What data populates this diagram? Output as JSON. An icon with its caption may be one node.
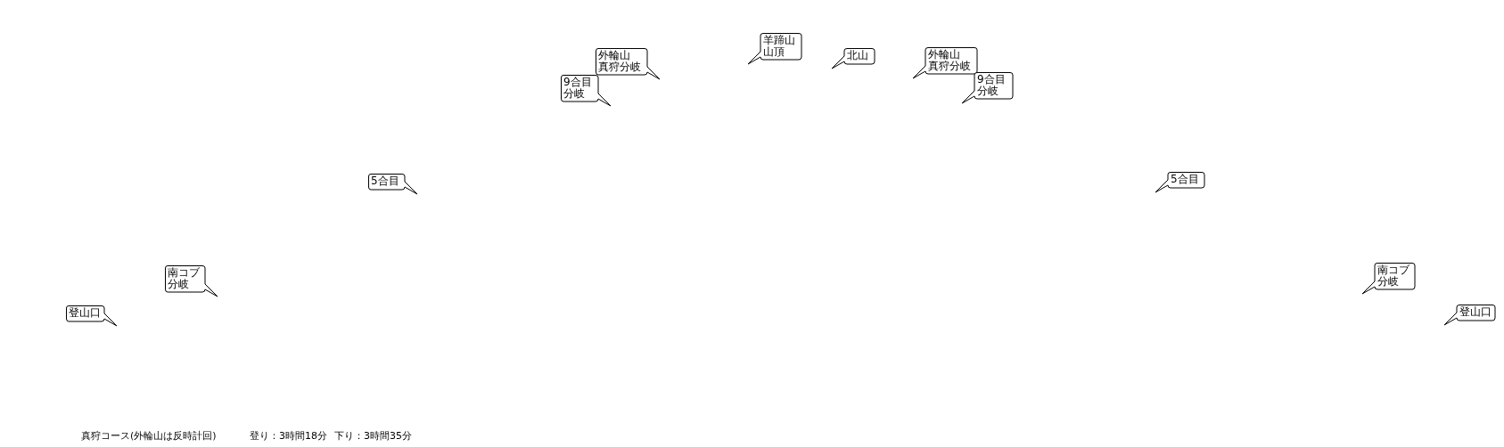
{
  "diagram": {
    "nodes": [
      {
        "text": [
          "登山口"
        ]
      },
      {
        "text": [
          "南コブ分岐"
        ]
      },
      {
        "text": [
          "5合目"
        ]
      },
      {
        "text": [
          "9合目分岐"
        ]
      },
      {
        "text": [
          "外輪山真狩分岐"
        ]
      },
      {
        "text": [
          "羊蹄山山頂"
        ]
      },
      {
        "text": [
          "北山"
        ]
      },
      {
        "text": [
          "外輪山真狩分岐"
        ]
      },
      {
        "text": [
          "9合目分岐"
        ]
      },
      {
        "text": [
          "5合目"
        ]
      },
      {
        "text": [
          "南コブ分岐"
        ]
      },
      {
        "text": [
          "登山口"
        ]
      }
    ],
    "labels": [
      "真狩コース(外輪山は反時計回)",
      "登り：3時間18分",
      "下り：3時間35分"
    ]
  }
}
